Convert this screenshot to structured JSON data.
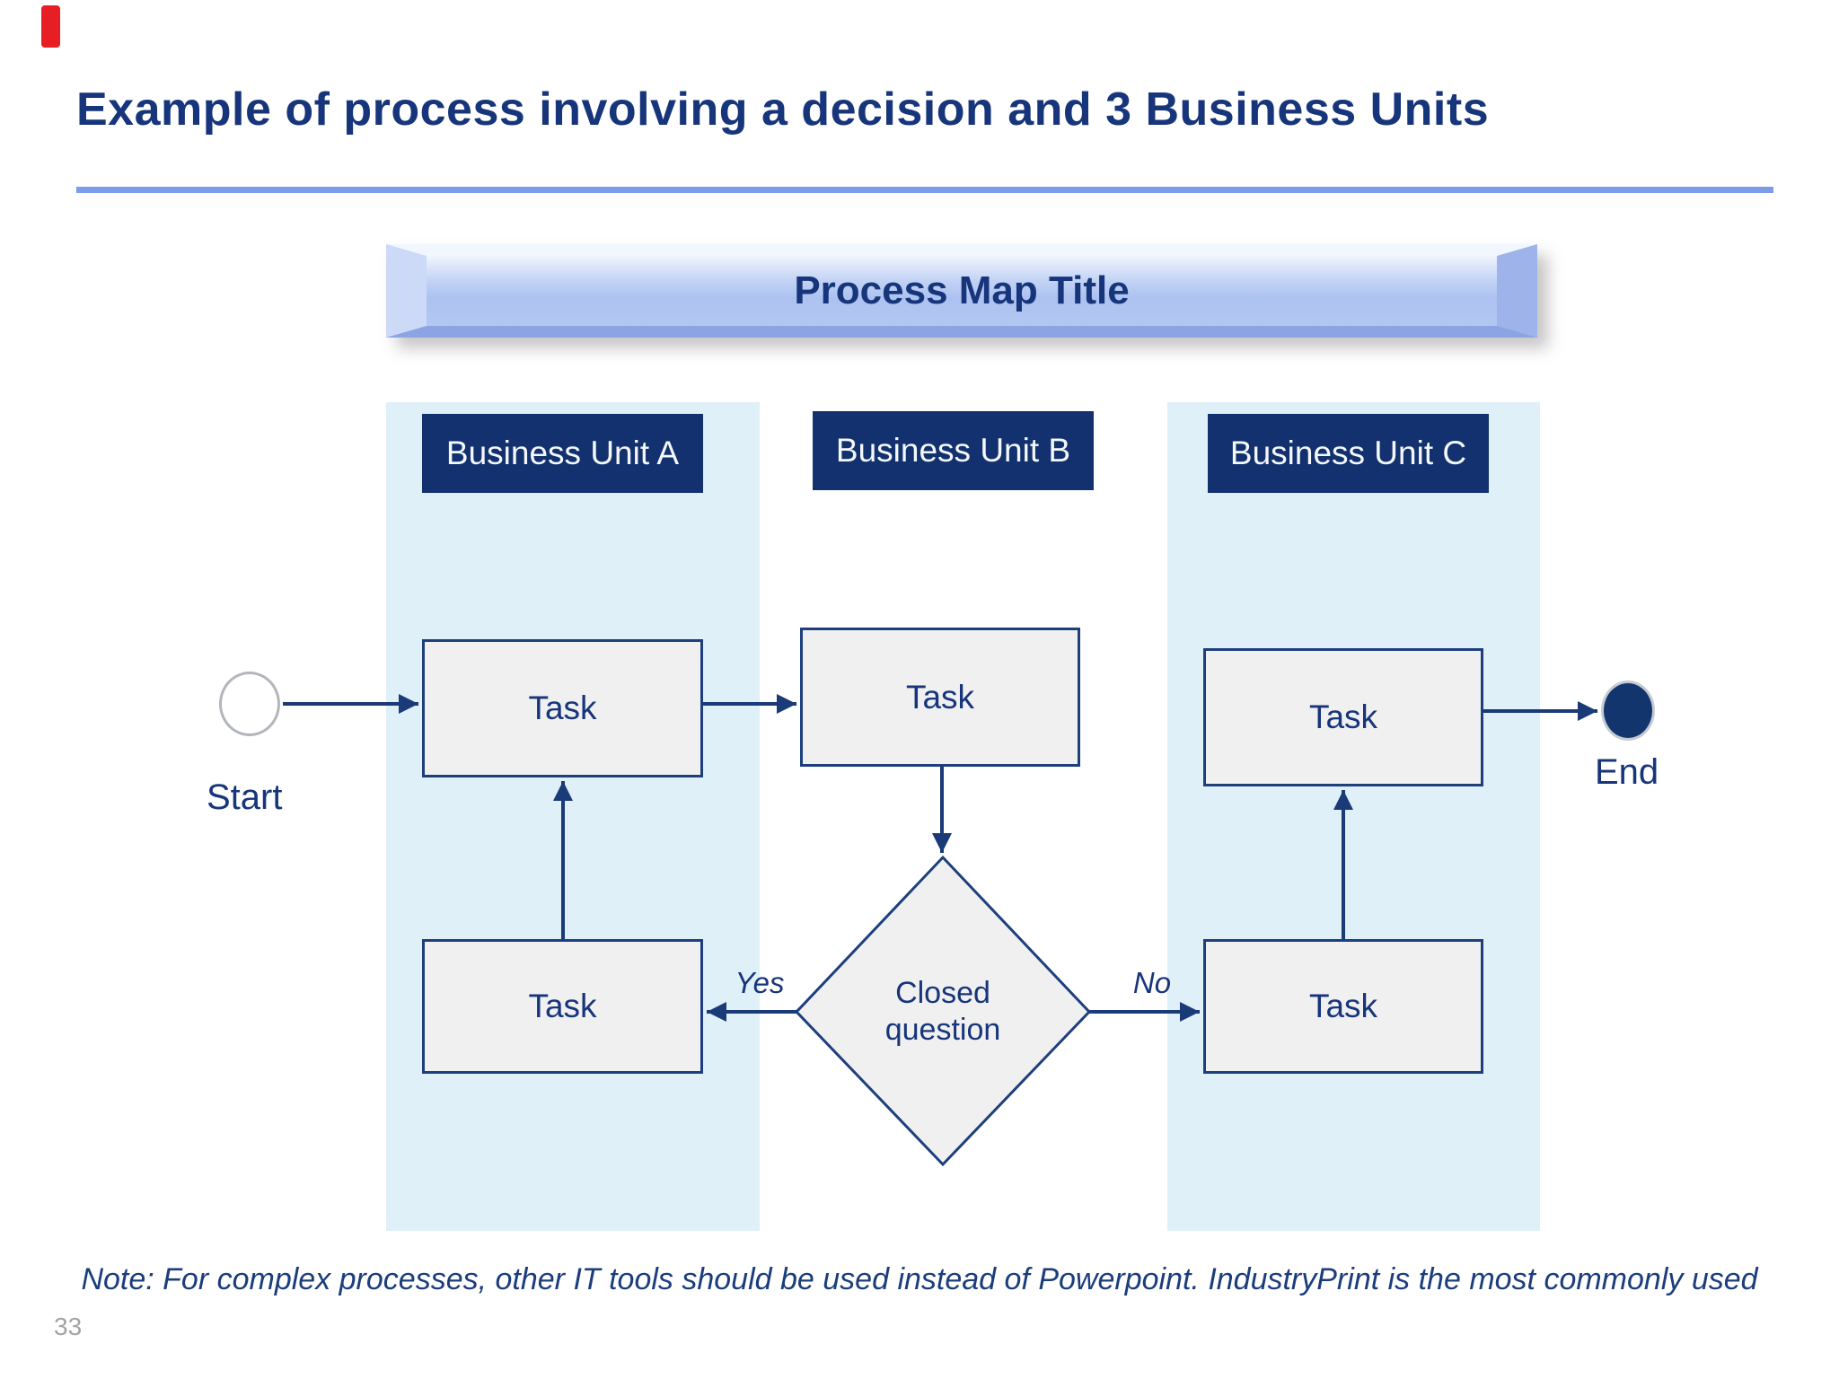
{
  "page": {
    "number": "33"
  },
  "header": {
    "title": "Example of process involving a decision and 3 Business Units"
  },
  "banner": {
    "title": "Process Map Title"
  },
  "lanes": [
    {
      "id": "A",
      "header": "Business Unit A"
    },
    {
      "id": "B",
      "header": "Business Unit B"
    },
    {
      "id": "C",
      "header": "Business Unit C"
    }
  ],
  "nodes": {
    "start_label": "Start",
    "end_label": "End",
    "task_a1": "Task",
    "task_b1": "Task",
    "task_c1": "Task",
    "task_a2": "Task",
    "task_c2": "Task",
    "decision_label": "Closed question"
  },
  "edges": {
    "yes_label": "Yes",
    "no_label": "No"
  },
  "note": "Note: For complex processes, other IT tools should be used instead of Powerpoint. IndustryPrint is the most commonly used",
  "colors": {
    "navy": "#17357b",
    "header-fill": "#12316e",
    "arrow": "#1a3a78",
    "lane": "#dff0f9",
    "shape-fill": "#f1f0f1",
    "shape-border": "#1d3f7e",
    "rule": "#7a9ce9",
    "banner-face": "#adc2f1",
    "note": "#1b3d7c",
    "page-num": "#a3a3a3",
    "start-stroke": "#b2b5ba",
    "end-fill": "#13356e",
    "red-marker": "#e81e25"
  }
}
